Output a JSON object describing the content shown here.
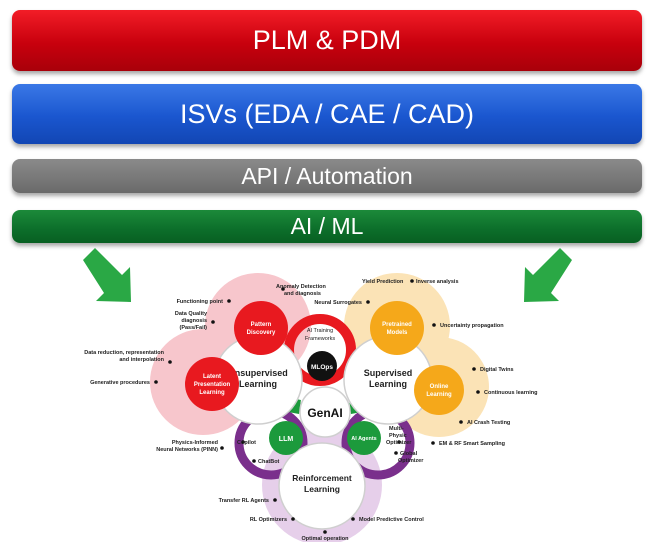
{
  "bars": {
    "plm": "PLM & PDM",
    "isv": "ISVs (EDA / CAE / CAD)",
    "api": "API / Automation",
    "ai": "AI / ML"
  },
  "colors": {
    "plm": "#d0000f",
    "isv": "#1f5fd8",
    "api": "#7f7f7f",
    "ai": "#0e7a31",
    "arrow": "#2aa845",
    "red_node": "#e8191f",
    "orange_node": "#f5a81a",
    "green_node": "#1c9a3c",
    "purple_ring": "#7a2f8c"
  },
  "diagram": {
    "center": "GenAI",
    "unsupervised": [
      "Unsupervised",
      "Learning"
    ],
    "supervised": [
      "Supervised",
      "Learning"
    ],
    "reinforcement": [
      "Reinforcement",
      "Learning"
    ],
    "mlops": "MLOps",
    "ai_training": [
      "AI Training",
      "Frameworks"
    ],
    "pattern": [
      "Pattern",
      "Discovery"
    ],
    "latent": [
      "Latent",
      "Presentation",
      "Learning"
    ],
    "pretrained": [
      "Pretrained",
      "Models"
    ],
    "online": [
      "Online",
      "Learning"
    ],
    "llm": "LLM",
    "agents": "AI Agents",
    "left_labels": [
      "Anomaly Detection",
      "and diagnosis",
      "Functioning point",
      "Data Quality",
      "diagnosis",
      "(Pass/Fail)",
      "Data reduction, representation",
      "and interpolation",
      "Generative procedures",
      "Physics-Informed",
      "Neural Networks (PINN)",
      "Copilot",
      "ChatBot",
      "Transfer RL Agents",
      "RL Optimizers",
      "Optimal operation"
    ],
    "right_labels": [
      "Yield Prediction",
      "Inverse analysis",
      "Neural Surrogates",
      "Uncertainty propagation",
      "Digital Twins",
      "Continuous learning",
      "AI Crash Testing",
      "EM & RF Smart Sampling",
      "Multi-",
      "Physic",
      "Optimizer",
      "Global",
      "Optimizer",
      "Model Predictive Control"
    ]
  }
}
